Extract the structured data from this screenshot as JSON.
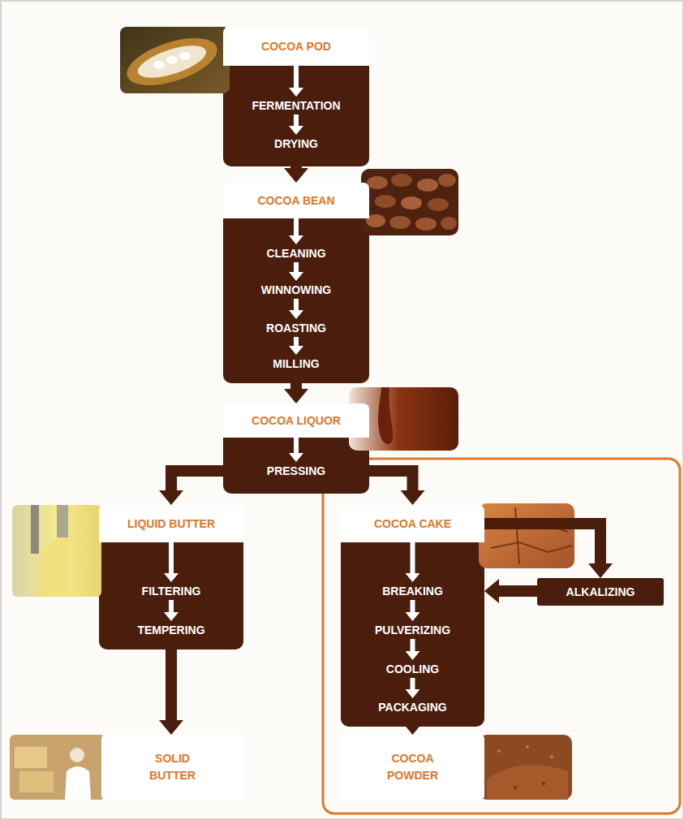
{
  "diagram": {
    "nodes": [
      {
        "text": [
          "COCOA POD"
        ]
      },
      {
        "text": [
          "FERMENTATION"
        ]
      },
      {
        "text": [
          "DRYING"
        ]
      },
      {
        "text": [
          "COCOA BEAN"
        ]
      },
      {
        "text": [
          "CLEANING"
        ]
      },
      {
        "text": [
          "WINNOWING"
        ]
      },
      {
        "text": [
          "ROASTING"
        ]
      },
      {
        "text": [
          "MILLING"
        ]
      },
      {
        "text": [
          "COCOA LIQUOR"
        ]
      },
      {
        "text": [
          "PRESSING"
        ]
      },
      {
        "text": [
          "LIQUID BUTTER"
        ]
      },
      {
        "text": [
          "FILTERING"
        ]
      },
      {
        "text": [
          "TEMPERING"
        ]
      },
      {
        "text": [
          "SOLID BUTTER"
        ]
      },
      {
        "text": [
          "COCOA CAKE"
        ]
      },
      {
        "text": [
          "BREAKING"
        ]
      },
      {
        "text": [
          "PULVERIZING"
        ]
      },
      {
        "text": [
          "COOLING"
        ]
      },
      {
        "text": [
          "PACKAGING"
        ]
      },
      {
        "text": [
          "ALKALIZING"
        ]
      },
      {
        "text": [
          "COCOA POWDER"
        ]
      }
    ],
    "edges": [
      {
        "from": 0,
        "to": 1,
        "arrow": "to"
      },
      {
        "from": 1,
        "to": 2,
        "arrow": "to"
      },
      {
        "from": 2,
        "to": 3,
        "arrow": "to"
      },
      {
        "from": 3,
        "to": 4,
        "arrow": "to"
      },
      {
        "from": 4,
        "to": 5,
        "arrow": "to"
      },
      {
        "from": 5,
        "to": 6,
        "arrow": "to"
      },
      {
        "from": 6,
        "to": 7,
        "arrow": "to"
      },
      {
        "from": 7,
        "to": 8,
        "arrow": "to"
      },
      {
        "from": 8,
        "to": 9,
        "arrow": "to"
      },
      {
        "from": 9,
        "to": 10,
        "arrow": "to"
      },
      {
        "from": 9,
        "to": 14,
        "arrow": "to"
      },
      {
        "from": 10,
        "to": 11,
        "arrow": "to"
      },
      {
        "from": 11,
        "to": 12,
        "arrow": "to"
      },
      {
        "from": 12,
        "to": 13,
        "arrow": "to"
      },
      {
        "from": 14,
        "to": 15,
        "arrow": "to"
      },
      {
        "from": 15,
        "to": 16,
        "arrow": "to"
      },
      {
        "from": 16,
        "to": 17,
        "arrow": "to"
      },
      {
        "from": 17,
        "to": 18,
        "arrow": "to"
      },
      {
        "from": 18,
        "to": 20,
        "arrow": "to"
      },
      {
        "from": 14,
        "to": 19,
        "arrow": "to"
      },
      {
        "from": 19,
        "to": 15,
        "arrow": "to"
      }
    ]
  }
}
